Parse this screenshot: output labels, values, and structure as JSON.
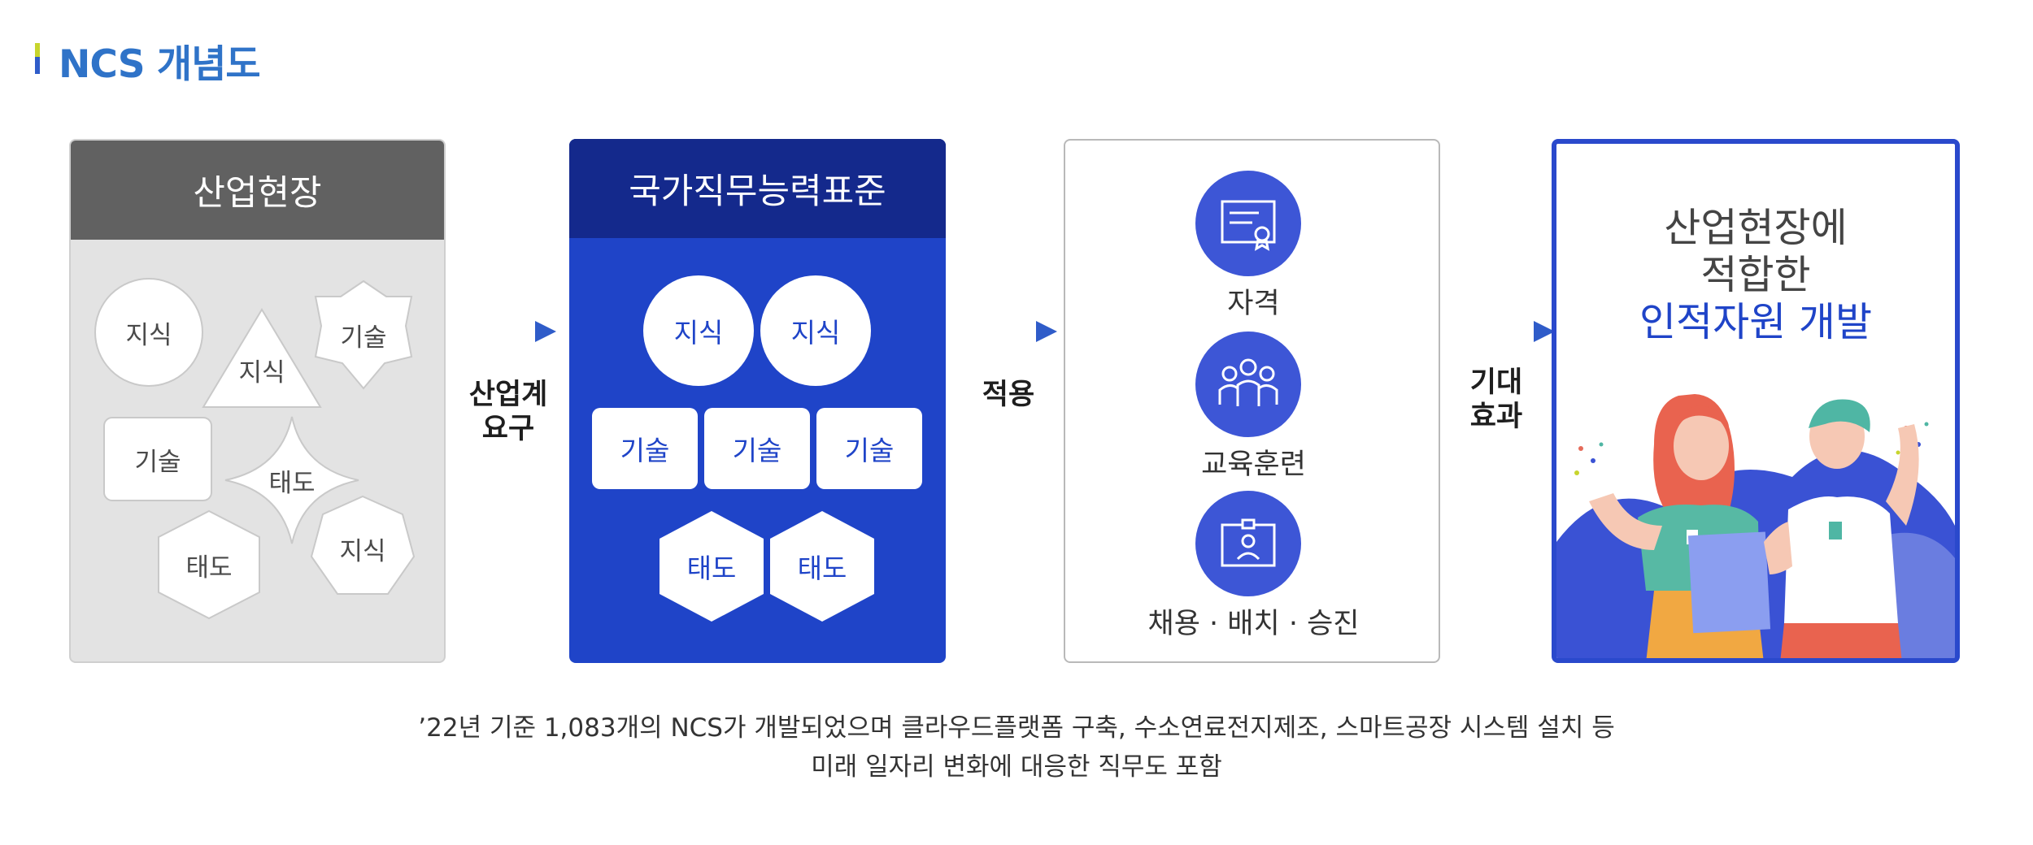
{
  "header": {
    "title": "NCS 개념도"
  },
  "panel_industry": {
    "heading": "산업현장",
    "items": [
      "지식",
      "지식",
      "기술",
      "기술",
      "태도",
      "태도",
      "지식"
    ]
  },
  "arrow1": {
    "line1": "산업계",
    "line2": "요구"
  },
  "panel_ncs": {
    "heading": "국가직무능력표준",
    "knowledge": [
      "지식",
      "지식"
    ],
    "skills": [
      "기술",
      "기술",
      "기술"
    ],
    "attitudes": [
      "태도",
      "태도"
    ]
  },
  "arrow2": {
    "label": "적용"
  },
  "panel_apply": {
    "items": [
      {
        "label": "자격",
        "icon": "certificate-icon"
      },
      {
        "label": "교육훈련",
        "icon": "people-group-icon"
      },
      {
        "label": "채용 · 배치 · 승진",
        "icon": "id-card-icon"
      }
    ]
  },
  "arrow3": {
    "line1": "기대",
    "line2": "효과"
  },
  "panel_result": {
    "line1": "산업현장에",
    "line2": "적합한",
    "line3": "인적자원 개발"
  },
  "caption": {
    "line1": "’22년 기준 1,083개의 NCS가 개발되었으며 클라우드플랫폼 구축, 수소연료전지제조, 스마트공장 시스템 설치 등",
    "line2": "미래 일자리 변화에 대응한 직무도 포함"
  },
  "colors": {
    "accent": "#1f44c8",
    "dark_blue": "#14298c",
    "title_blue": "#2f73c8",
    "gray_head": "#616161"
  }
}
